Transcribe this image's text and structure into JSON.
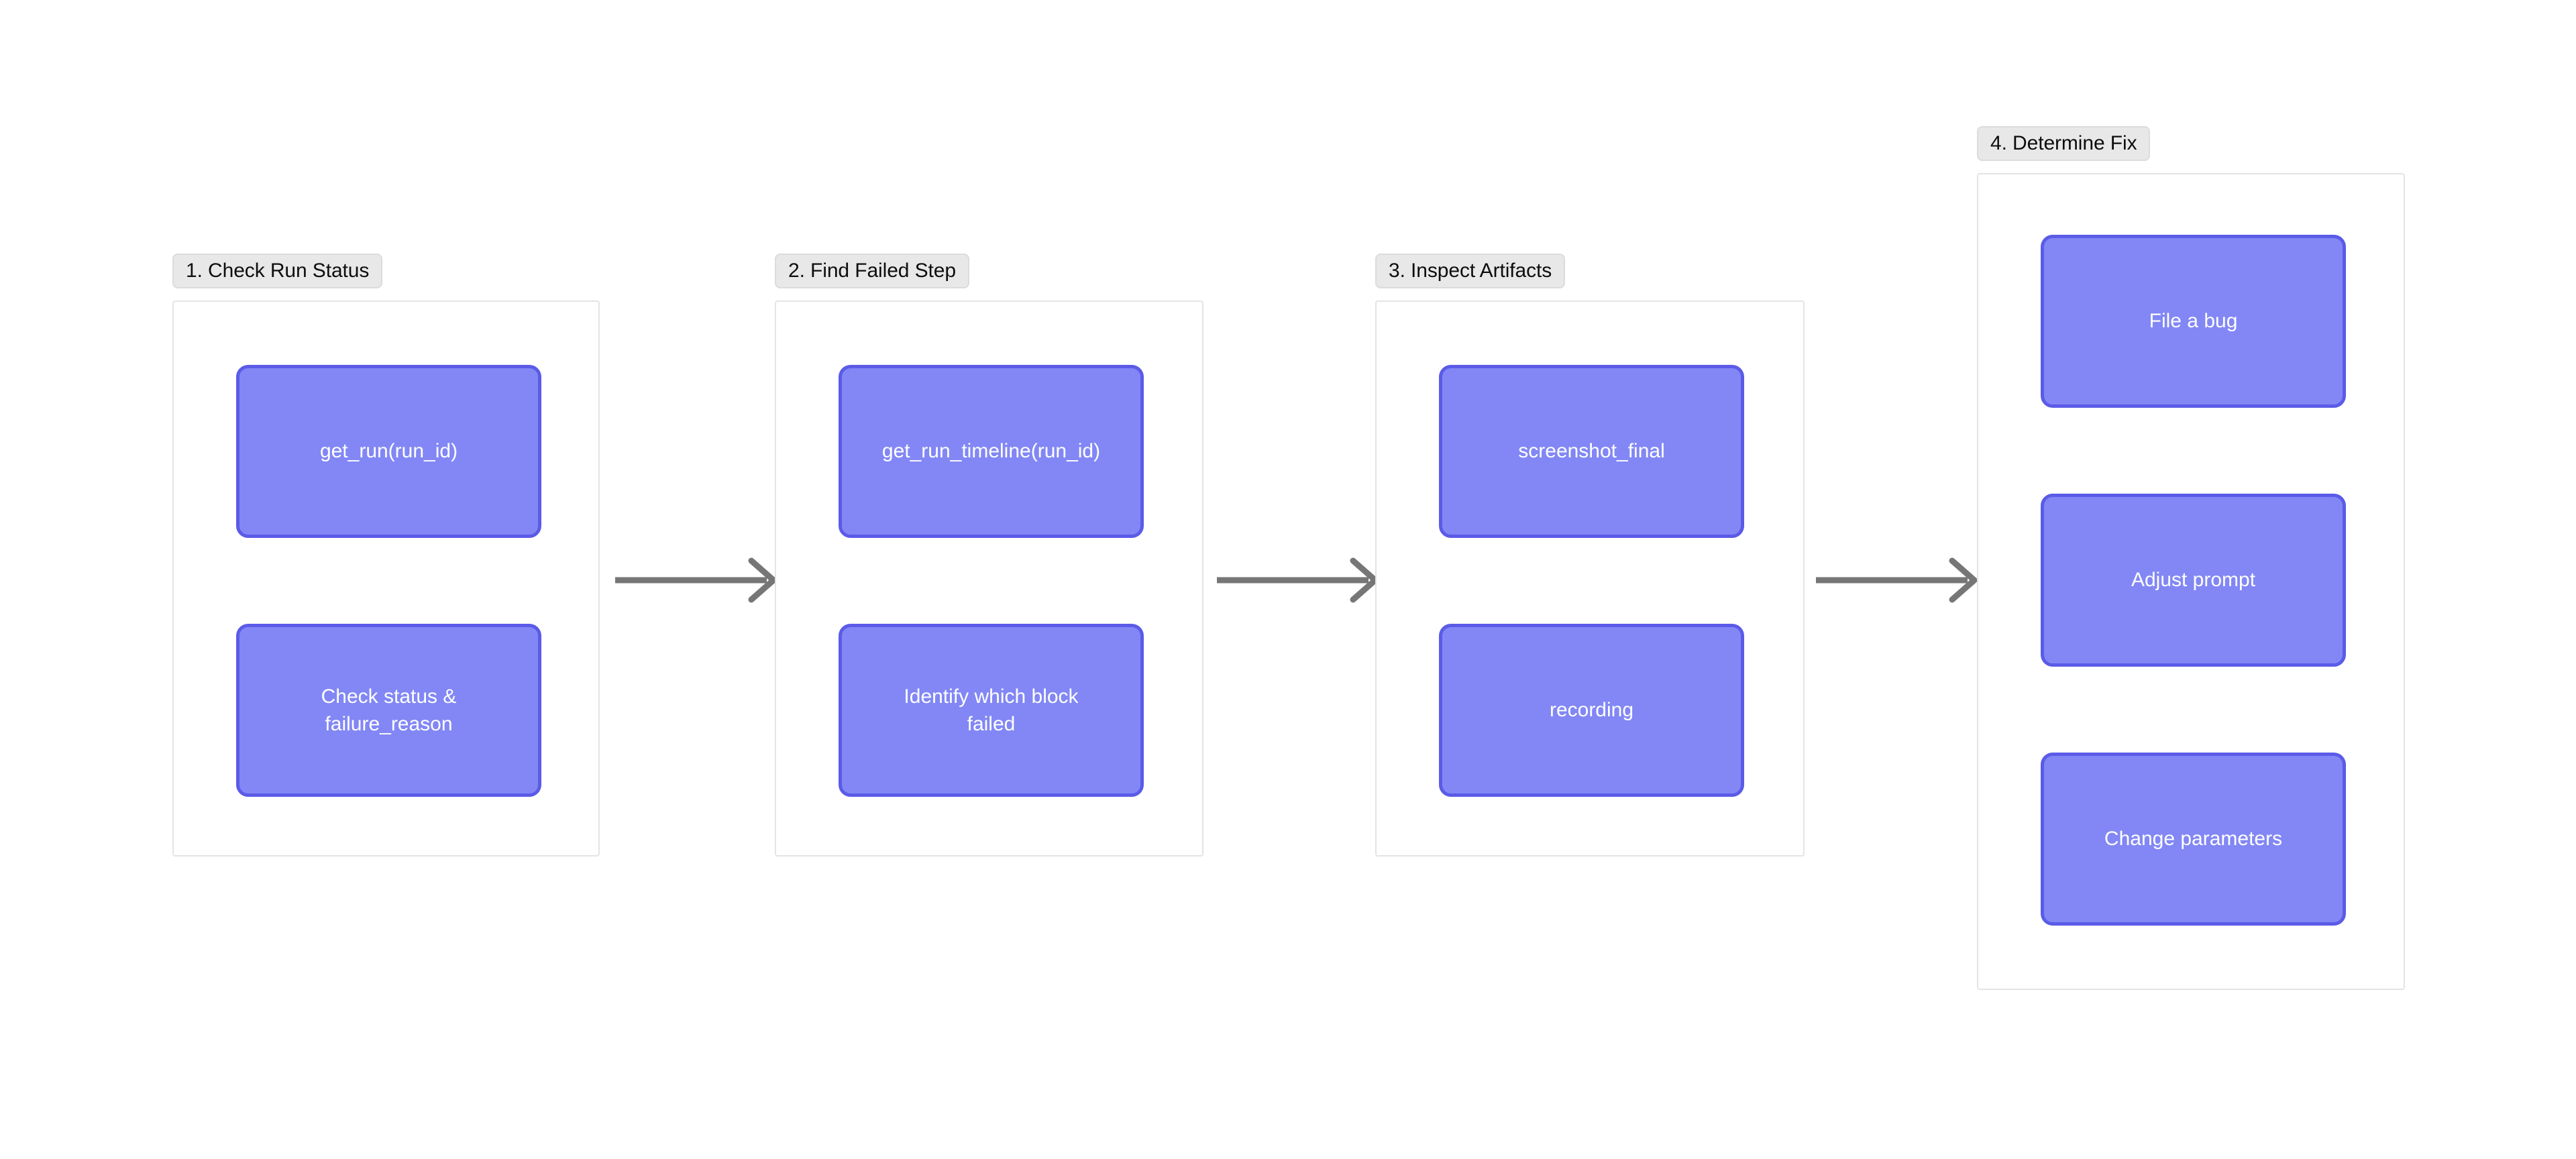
{
  "diagram": {
    "title_present": false,
    "background_color": "#ffffff",
    "node_fill": "#8287f5",
    "node_border": "#5b5be8",
    "node_text_color": "#ffffff",
    "group_border_color": "#e4e4e4",
    "label_background": "#e8e8e8",
    "label_text_color": "#0d0d0d",
    "arrow_color": "#767676",
    "groups": [
      {
        "id": "group-1",
        "label": "1. Check Run Status",
        "nodes": [
          {
            "id": "node-get-run",
            "label": "get_run(run_id)"
          },
          {
            "id": "node-check-status",
            "label": "Check status &\nfailure_reason"
          }
        ]
      },
      {
        "id": "group-2",
        "label": "2. Find Failed Step",
        "nodes": [
          {
            "id": "node-get-run-timeline",
            "label": "get_run_timeline(run_id)"
          },
          {
            "id": "node-identify-block",
            "label": "Identify which block\nfailed"
          }
        ]
      },
      {
        "id": "group-3",
        "label": "3. Inspect Artifacts",
        "nodes": [
          {
            "id": "node-screenshot-final",
            "label": "screenshot_final"
          },
          {
            "id": "node-recording",
            "label": "recording"
          }
        ]
      },
      {
        "id": "group-4",
        "label": "4. Determine Fix",
        "nodes": [
          {
            "id": "node-file-a-bug",
            "label": "File a bug"
          },
          {
            "id": "node-adjust-prompt",
            "label": "Adjust prompt"
          },
          {
            "id": "node-change-parameters",
            "label": "Change parameters"
          }
        ]
      }
    ],
    "connectors": [
      {
        "id": "arrow-1-2",
        "from": "group-1",
        "to": "group-2",
        "style": "solid-line-chevron"
      },
      {
        "id": "arrow-2-3",
        "from": "group-2",
        "to": "group-3",
        "style": "solid-line-chevron"
      },
      {
        "id": "arrow-3-4",
        "from": "group-3",
        "to": "group-4",
        "style": "solid-line-chevron"
      }
    ]
  }
}
